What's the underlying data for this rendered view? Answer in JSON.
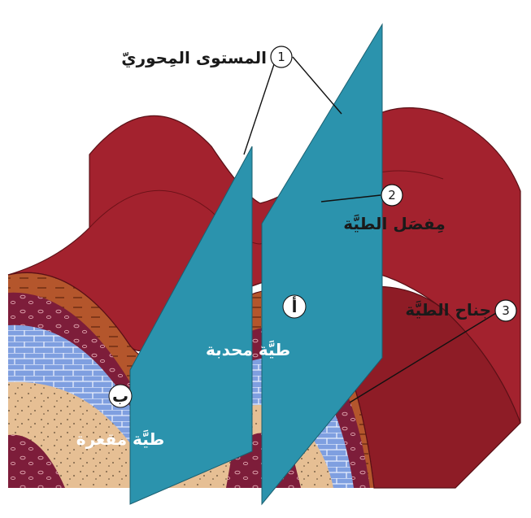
{
  "labels": {
    "axial_plane": "المستوى المِحوريّ",
    "hinge": "مِفصَل الطيَّة",
    "limb": "جناح الطيَّة",
    "anticline": "طيَّة محدبة",
    "syncline": "طيَّة مقعرة",
    "point_a": "أ",
    "point_b": "ب"
  },
  "markers": [
    "1",
    "2",
    "3"
  ],
  "colors": {
    "surface": "#a3222e",
    "surface_dark": "#7e1720",
    "shale": "#b4562c",
    "limestone": "#7f9fe0",
    "sandstone": "#e6bf94",
    "conglomerate": "#7d1d3a",
    "axial_plane": "#2b93ad"
  }
}
